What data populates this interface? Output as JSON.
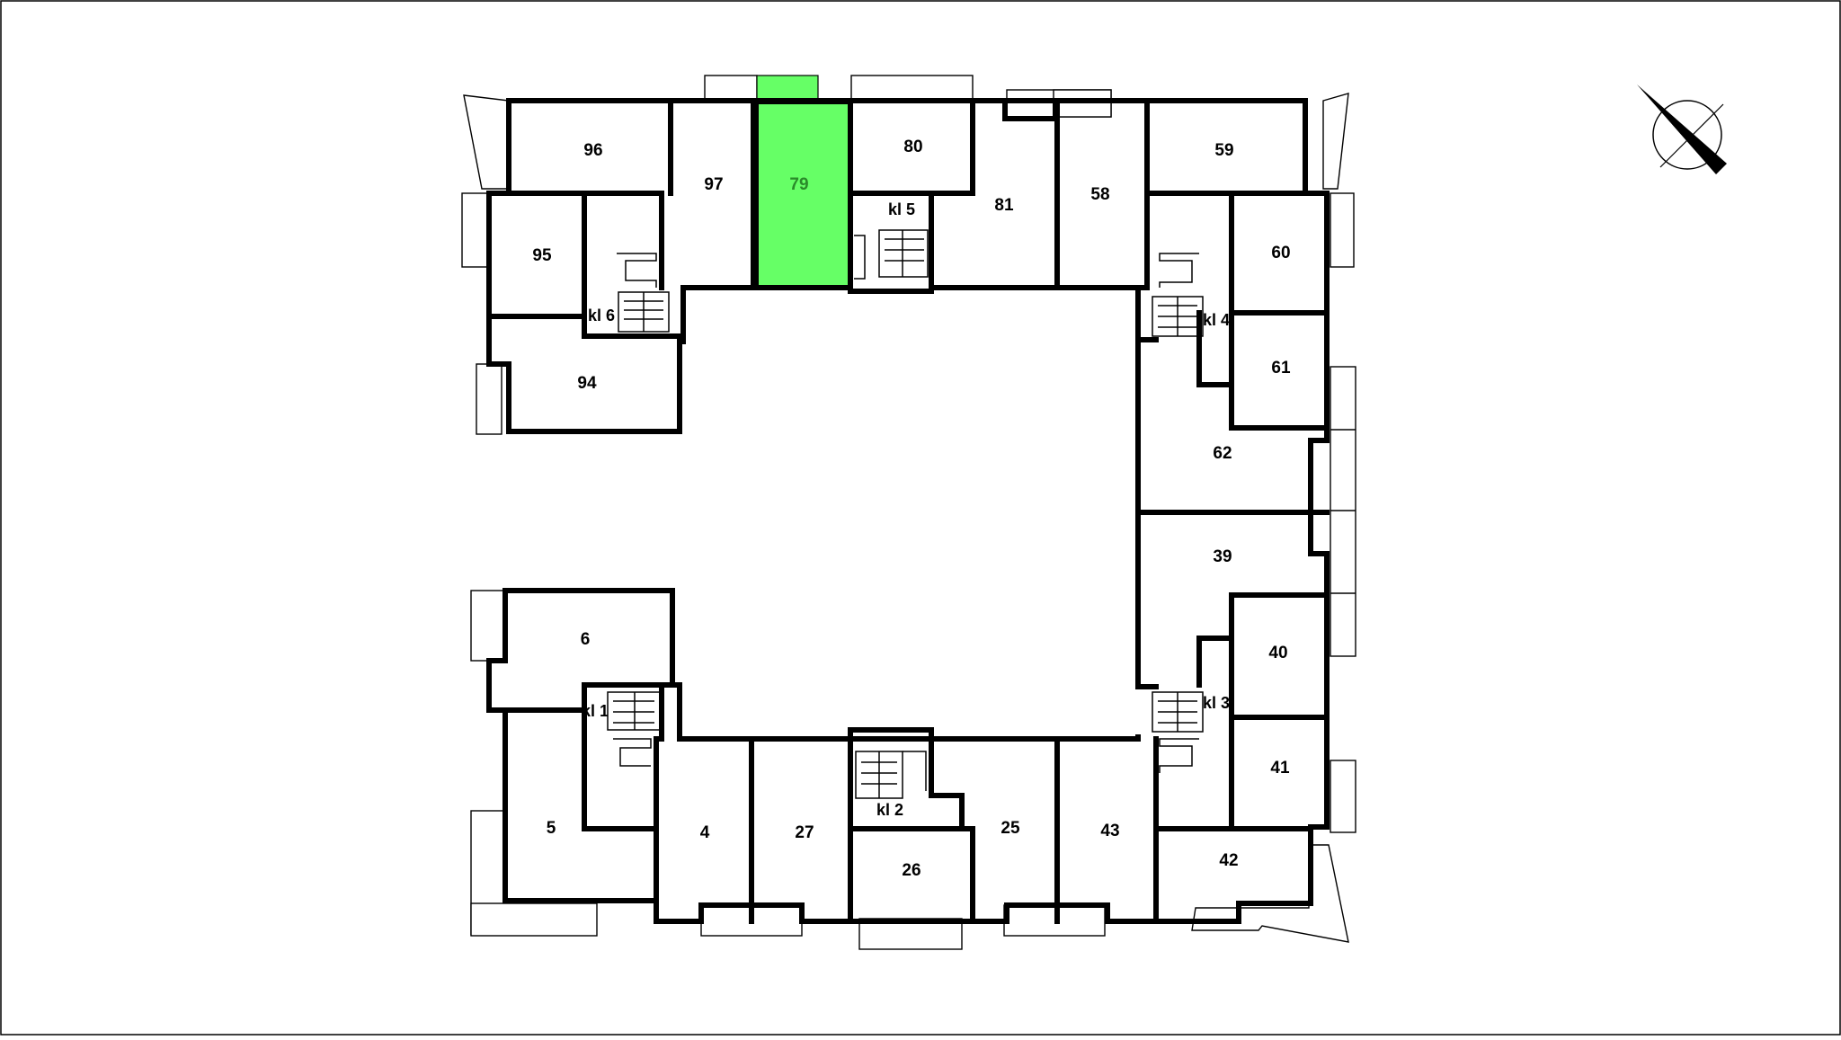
{
  "highlight_color": "#66ff66",
  "selected_apartment": "79",
  "apartments": {
    "a96": "96",
    "a97": "97",
    "a79": "79",
    "a80": "80",
    "a81": "81",
    "a58": "58",
    "a59": "59",
    "a95": "95",
    "a94": "94",
    "a60": "60",
    "a61": "61",
    "a62": "62",
    "a39": "39",
    "a40": "40",
    "a41": "41",
    "a42": "42",
    "a43": "43",
    "a25": "25",
    "a26": "26",
    "a27": "27",
    "a4": "4",
    "a5": "5",
    "a6": "6"
  },
  "stairs": {
    "kl1": "kl 1",
    "kl2": "kl 2",
    "kl3": "kl 3",
    "kl4": "kl 4",
    "kl5": "kl 5",
    "kl6": "kl 6"
  },
  "compass_icon": "north-arrow-icon"
}
